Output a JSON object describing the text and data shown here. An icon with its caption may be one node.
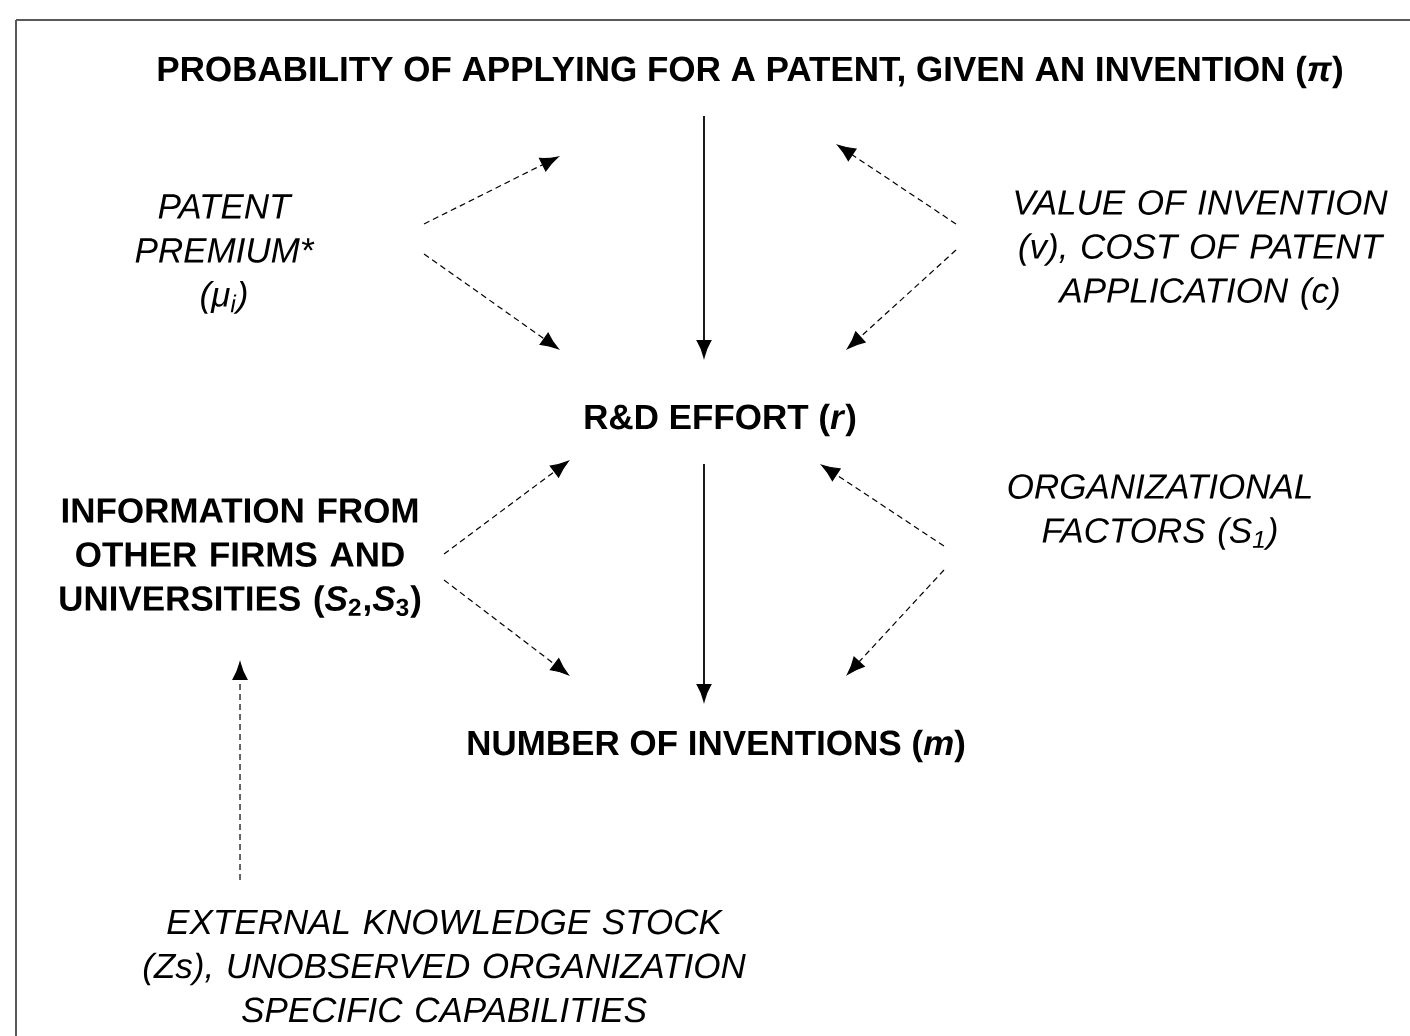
{
  "diagram": {
    "nodes": [
      {
        "text": [
          "PROBABILITY OF APPLYING FOR A PATENT, GIVEN AN INVENTION (*π*)"
        ]
      },
      {
        "text": [
          "PATENT PREMIUM* (μ$_{i}$)"
        ]
      },
      {
        "text": [
          "VALUE OF INVENTION (v), COST OF PATENT APPLICATION (c)"
        ]
      },
      {
        "text": [
          "R&D EFFORT (*r*)"
        ]
      },
      {
        "text": [
          "INFORMATION FROM OTHER FIRMS AND UNIVERSITIES (*S*$_{2}$,*S*$_{3}$)"
        ]
      },
      {
        "text": [
          "ORGANIZATIONAL FACTORS (S$_{1}$)"
        ]
      },
      {
        "text": [
          "NUMBER OF INVENTIONS (*m*)"
        ]
      },
      {
        "text": [
          "EXTERNAL KNOWLEDGE STOCK (Zs), UNOBSERVED ORGANIZATION SPECIFIC CAPABILITIES"
        ]
      }
    ],
    "edges": [
      {
        "from": 0,
        "to": 3,
        "arrow": "to"
      },
      {
        "from": 1,
        "to": 0,
        "arrow": "to",
        "style": "dashed"
      },
      {
        "from": 1,
        "to": 3,
        "arrow": "to",
        "style": "dashed"
      },
      {
        "from": 2,
        "to": 0,
        "arrow": "to",
        "style": "dashed"
      },
      {
        "from": 2,
        "to": 3,
        "arrow": "to",
        "style": "dashed"
      },
      {
        "from": 4,
        "to": 3,
        "arrow": "to",
        "style": "dashed"
      },
      {
        "from": 4,
        "to": 6,
        "arrow": "to",
        "style": "dashed"
      },
      {
        "from": 3,
        "to": 6,
        "arrow": "to"
      },
      {
        "from": 5,
        "to": 3,
        "arrow": "to",
        "style": "dashed"
      },
      {
        "from": 5,
        "to": 6,
        "arrow": "to",
        "style": "dashed"
      },
      {
        "from": 7,
        "to": 4,
        "arrow": "to",
        "style": "dashed"
      }
    ]
  }
}
